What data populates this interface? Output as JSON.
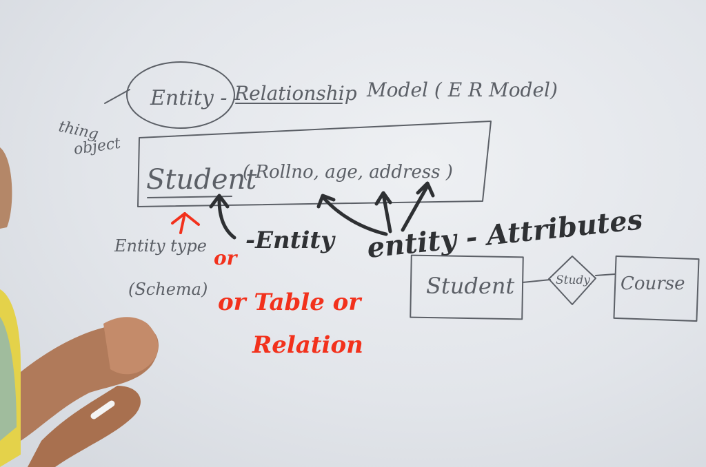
{
  "board": {
    "title_entity": "Entity -",
    "title_relationship": "Relationship",
    "title_model": "Model ( E R Model)",
    "side_thing": "thing",
    "side_object": "object",
    "student_label": "Student",
    "attributes": "( Rollno, age, address )",
    "entity_type": "Entity type",
    "schema": "(Schema)",
    "entity_note": "-Entity",
    "entity_attributes_note": "entity - Attributes",
    "red_or_1": "or",
    "red_or_2": "or Table or",
    "red_relation": "Relation",
    "diagram_student": "Student",
    "diagram_study": "Study",
    "diagram_course": "Course"
  },
  "colors": {
    "board": "#e6e8ec",
    "marker_gray": "#5b5f66",
    "overlay_dark": "#2f3134",
    "overlay_red": "#f2311c",
    "skin": "#b07a5a",
    "shirt": "#e7d34a"
  }
}
